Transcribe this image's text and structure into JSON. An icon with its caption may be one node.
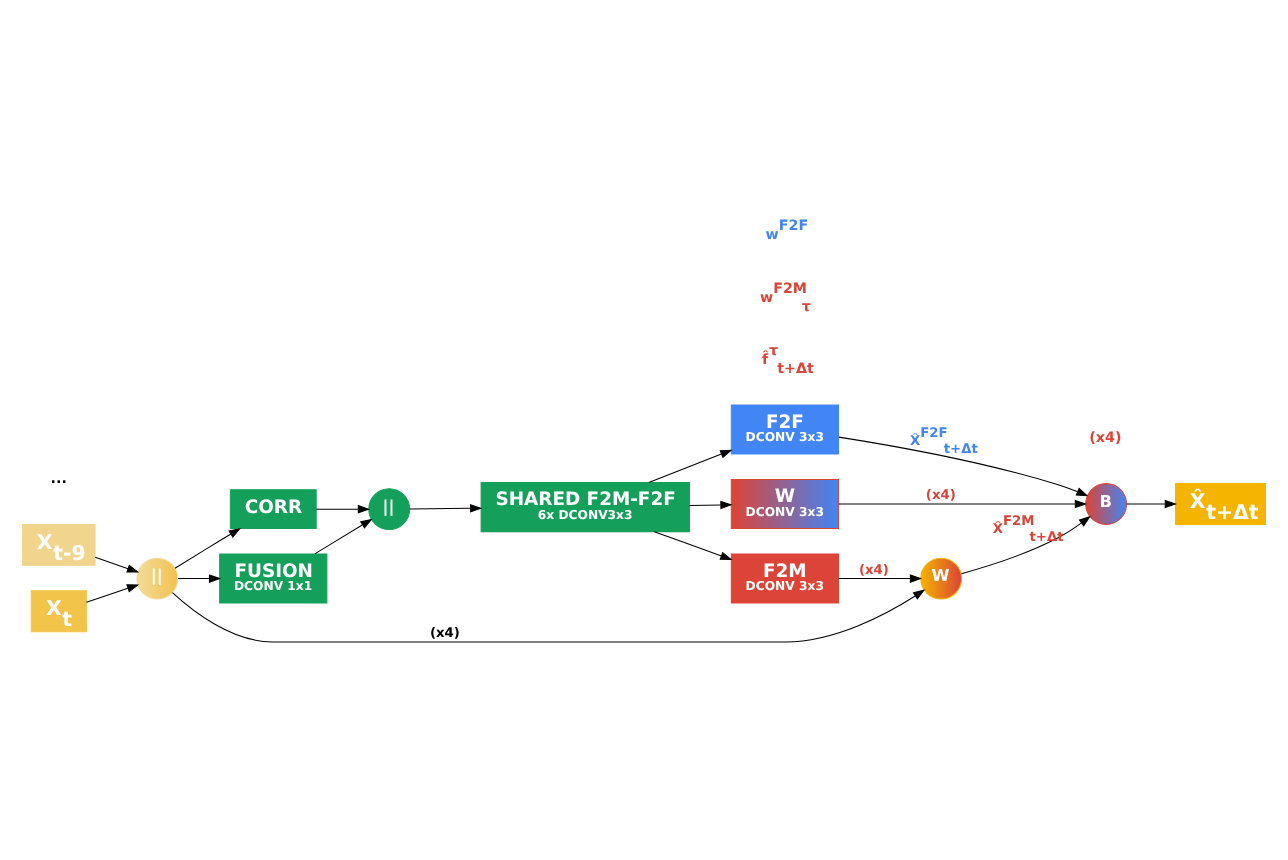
{
  "diagram": {
    "nodes": [
      {
        "text": [
          "||"
        ]
      },
      {
        "text": [
          "SHARED F2M-F2F",
          "6x DCONV3x3"
        ]
      },
      {
        "text": [
          "CORR"
        ]
      },
      {
        "text": [
          "FUSION",
          "DCONV 1x1"
        ]
      },
      {
        "text": [
          "F2M",
          "DCONV 3x3"
        ]
      },
      {
        "text": [
          "F2F",
          "DCONV 3x3"
        ]
      },
      {
        "text": [
          "W",
          "DCONV 3x3"
        ]
      },
      {
        "text": [
          "W"
        ]
      },
      {
        "text": [
          "B"
        ]
      },
      {
        "text": [
          "||"
        ]
      },
      {
        "text": [
          "X$_{t-9}$"
        ]
      },
      {
        "text": [
          "X$_{t}$"
        ]
      },
      {
        "text": [
          "X̂$_{t+Δt}$"
        ]
      }
    ],
    "edges": [
      {
        "from": 2,
        "to": 0,
        "arrow": "to"
      },
      {
        "from": 3,
        "to": 0,
        "arrow": "to"
      },
      {
        "from": 0,
        "to": 1,
        "arrow": "to"
      },
      {
        "from": 1,
        "to": 4,
        "arrow": "to"
      },
      {
        "from": 1,
        "to": 5,
        "arrow": "to"
      },
      {
        "from": 1,
        "to": 6,
        "arrow": "to"
      },
      {
        "from": 4,
        "to": 7,
        "arrow": "to",
        "label": "(x4)"
      },
      {
        "from": 5,
        "to": 8,
        "arrow": "to",
        "label": "X̂$^{F2F}$$_{t+Δt}$"
      },
      {
        "from": 6,
        "to": 8,
        "arrow": "to",
        "label": "(x4)"
      },
      {
        "from": 7,
        "to": 8,
        "arrow": "to",
        "label": "X̂$^{F2M}$$_{t+Δt}$"
      },
      {
        "from": 8,
        "to": 12,
        "arrow": "to"
      },
      {
        "from": 9,
        "to": 2,
        "arrow": "to"
      },
      {
        "from": 9,
        "to": 3,
        "arrow": "to"
      },
      {
        "from": 9,
        "to": 7,
        "arrow": "to",
        "label": "(x4)"
      },
      {
        "from": 10,
        "to": 9,
        "arrow": "to"
      },
      {
        "from": 11,
        "to": 9,
        "arrow": "to"
      }
    ],
    "labels": [
      "f̂$^{τ}$$_{t+Δt}$",
      "w$^{F2M}$$_{τ}$",
      "w$^{F2F}$",
      "(x4)",
      "..."
    ]
  }
}
